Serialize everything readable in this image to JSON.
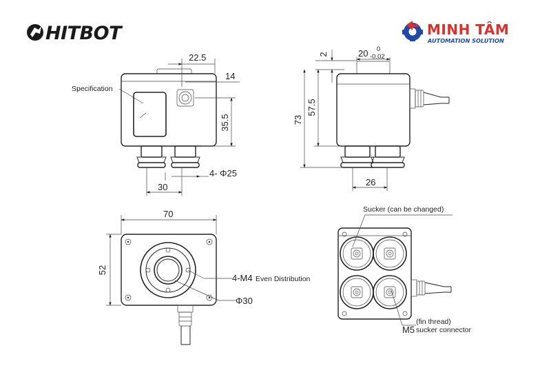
{
  "brands": {
    "hitbot": {
      "text": "HITBOT"
    },
    "minh_tam": {
      "name": "MINH TÂM",
      "tagline": "AUTOMATION SOLUTION",
      "accent": "#d9312b",
      "secondary": "#1f4aa8"
    }
  },
  "front_view": {
    "label_specification": "Specification",
    "dim_top": "22.5",
    "dim_connector": "14",
    "dim_height": "35.5",
    "dim_suckers": "4- Φ25",
    "dim_spacing": "30"
  },
  "side_view": {
    "dim_offset": "2",
    "dim_shaft": "20",
    "tol_upper": "0",
    "tol_lower": "-0.02",
    "dim_total_height": "73",
    "dim_body_height": "57.5",
    "dim_spacing": "26"
  },
  "top_view": {
    "dim_width": "70",
    "dim_depth": "52",
    "label_mount": "4-M4",
    "label_mount_note": "Even Distribution",
    "dim_bore": "Φ30"
  },
  "bottom_view": {
    "label_sucker": "Sucker (can be changed)",
    "label_thread_size": "M5",
    "label_thread_type": "(fin thread)",
    "label_connector": "sucker connector"
  }
}
